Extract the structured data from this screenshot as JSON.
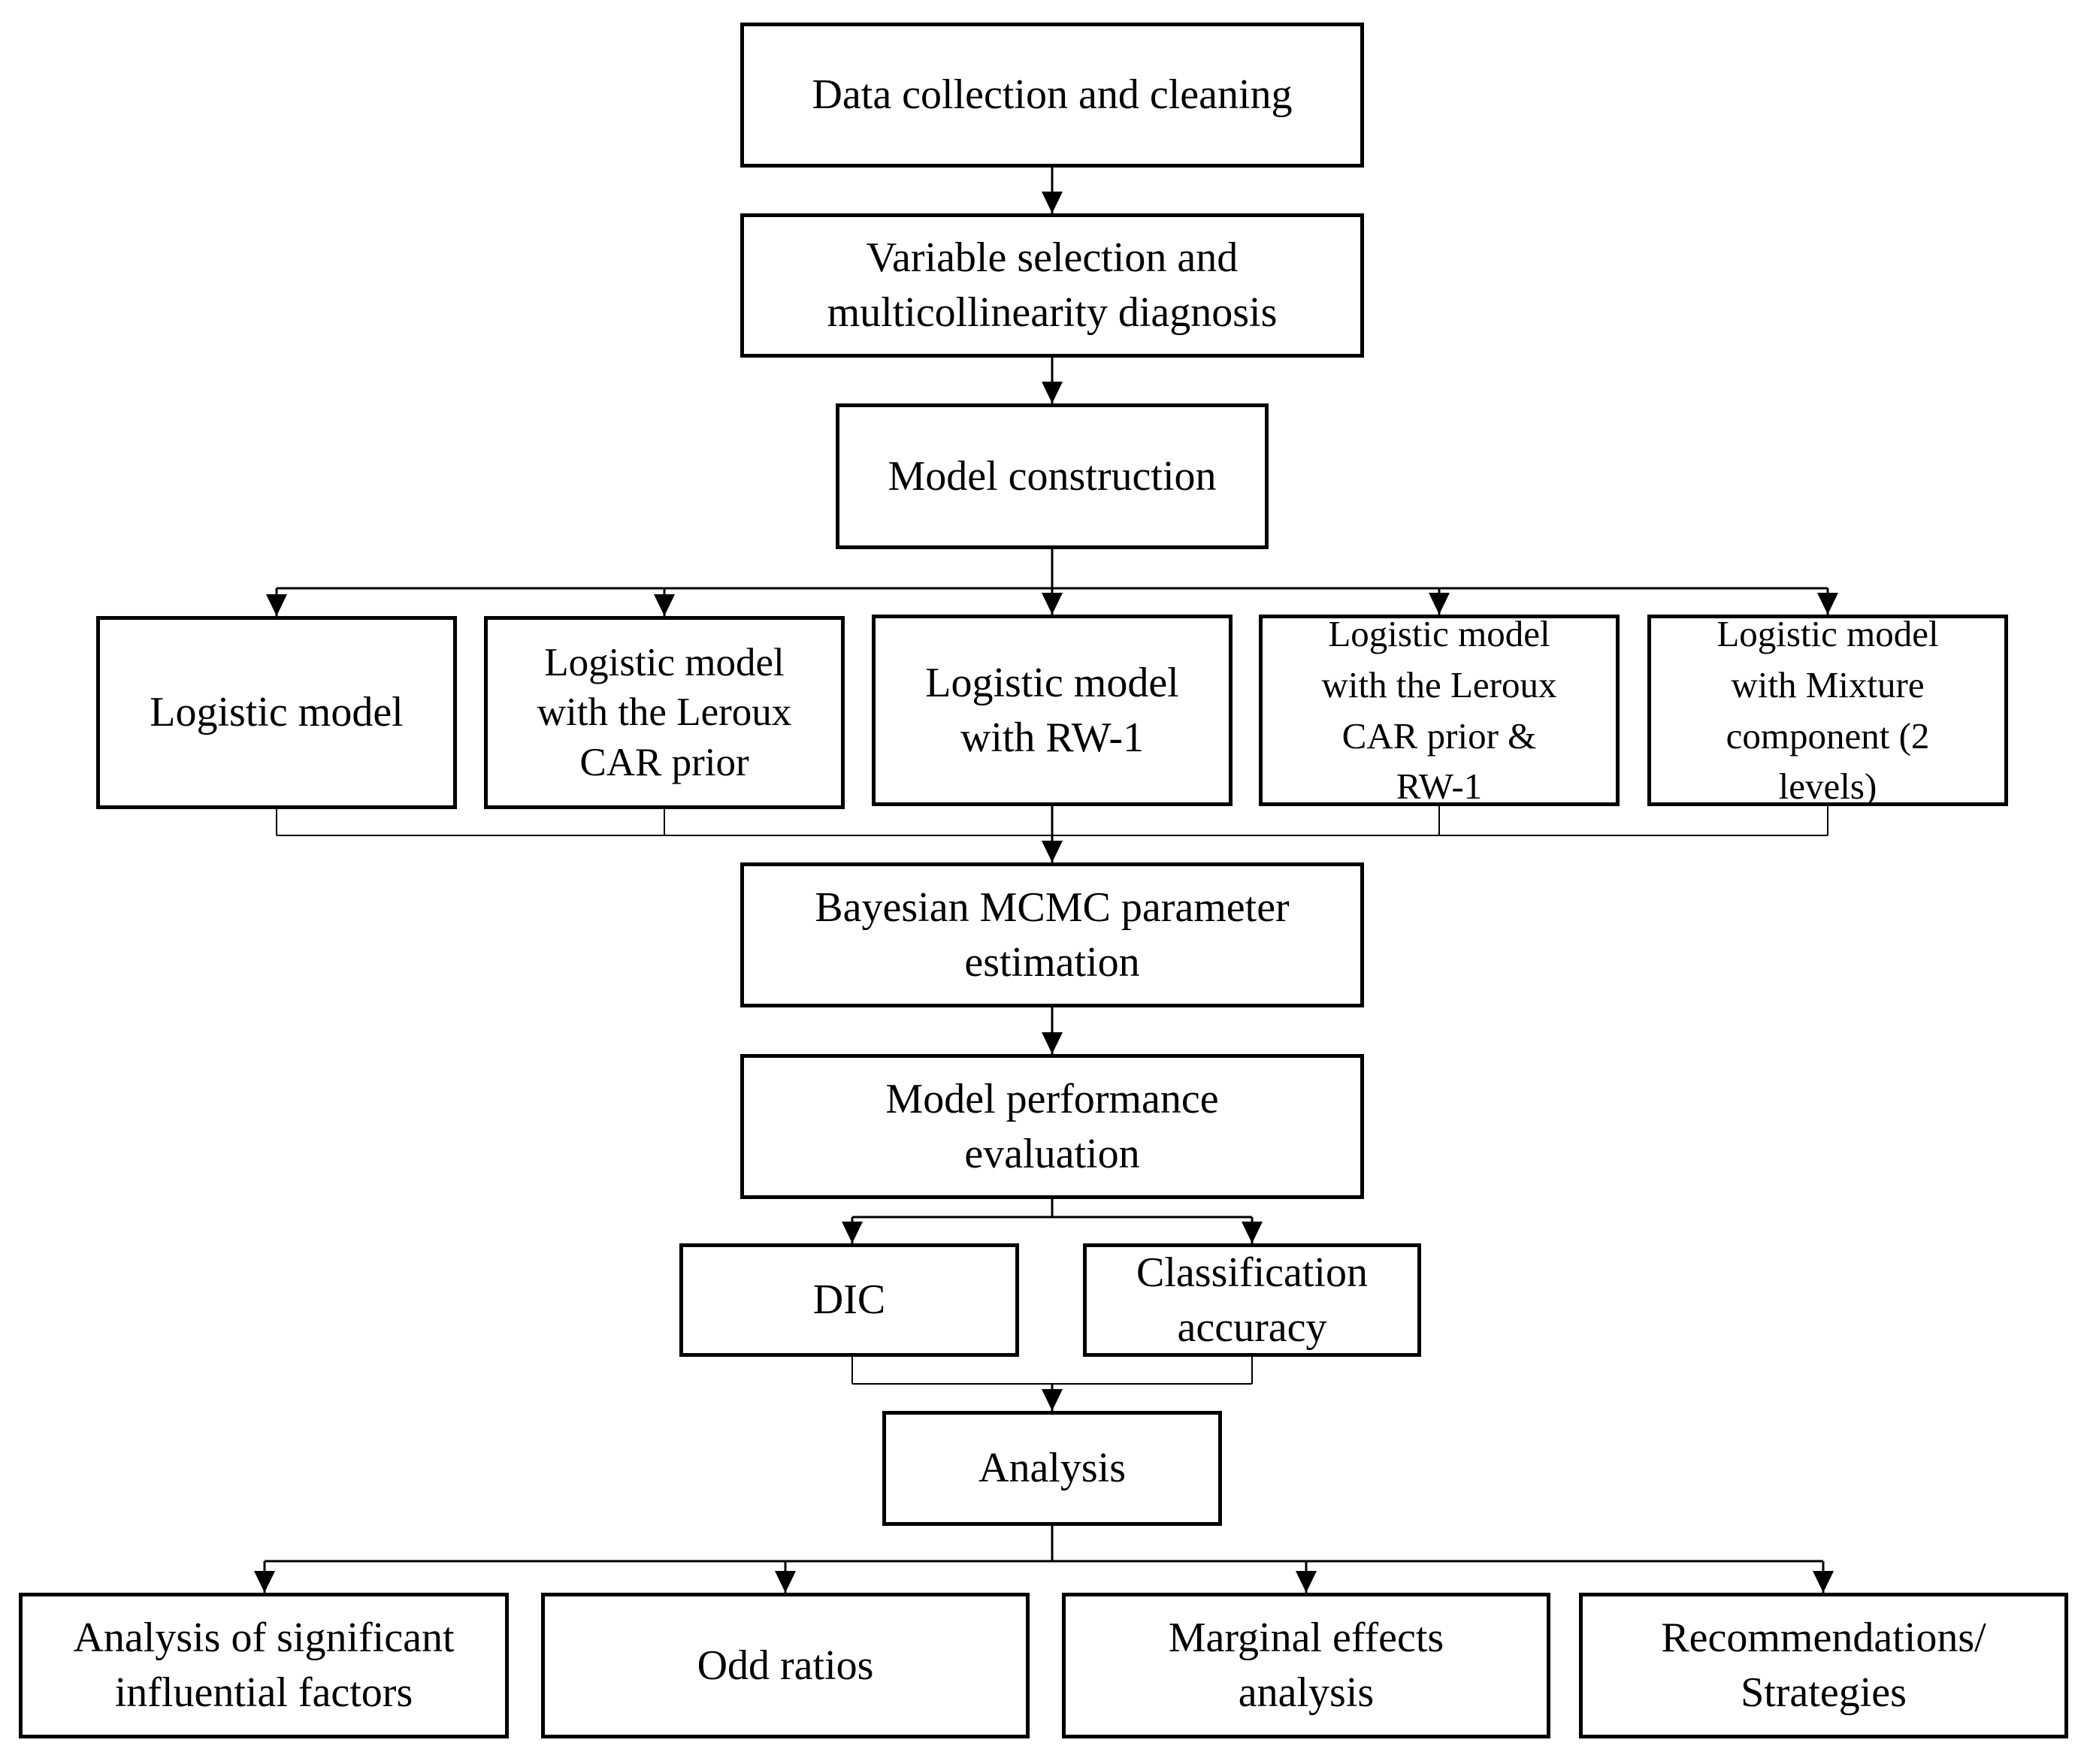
{
  "stages": {
    "data_collection": "Data collection and cleaning",
    "variable_selection": "Variable selection and\nmulticollinearity diagnosis",
    "model_construction": "Model construction",
    "mcmc_estimation": "Bayesian MCMC parameter\nestimation",
    "performance_evaluation": "Model performance\nevaluation",
    "analysis": "Analysis"
  },
  "models": [
    "Logistic model",
    "Logistic model\nwith the Leroux\nCAR prior",
    "Logistic model\nwith RW-1",
    "Logistic model\nwith the Leroux\nCAR prior &\nRW-1",
    "Logistic model\nwith Mixture\ncomponent (2\nlevels)"
  ],
  "metrics": [
    "DIC",
    "Classification\naccuracy"
  ],
  "outputs": [
    "Analysis of significant\ninfluential factors",
    "Odd ratios",
    "Marginal effects\nanalysis",
    "Recommendations/\nStrategies"
  ]
}
